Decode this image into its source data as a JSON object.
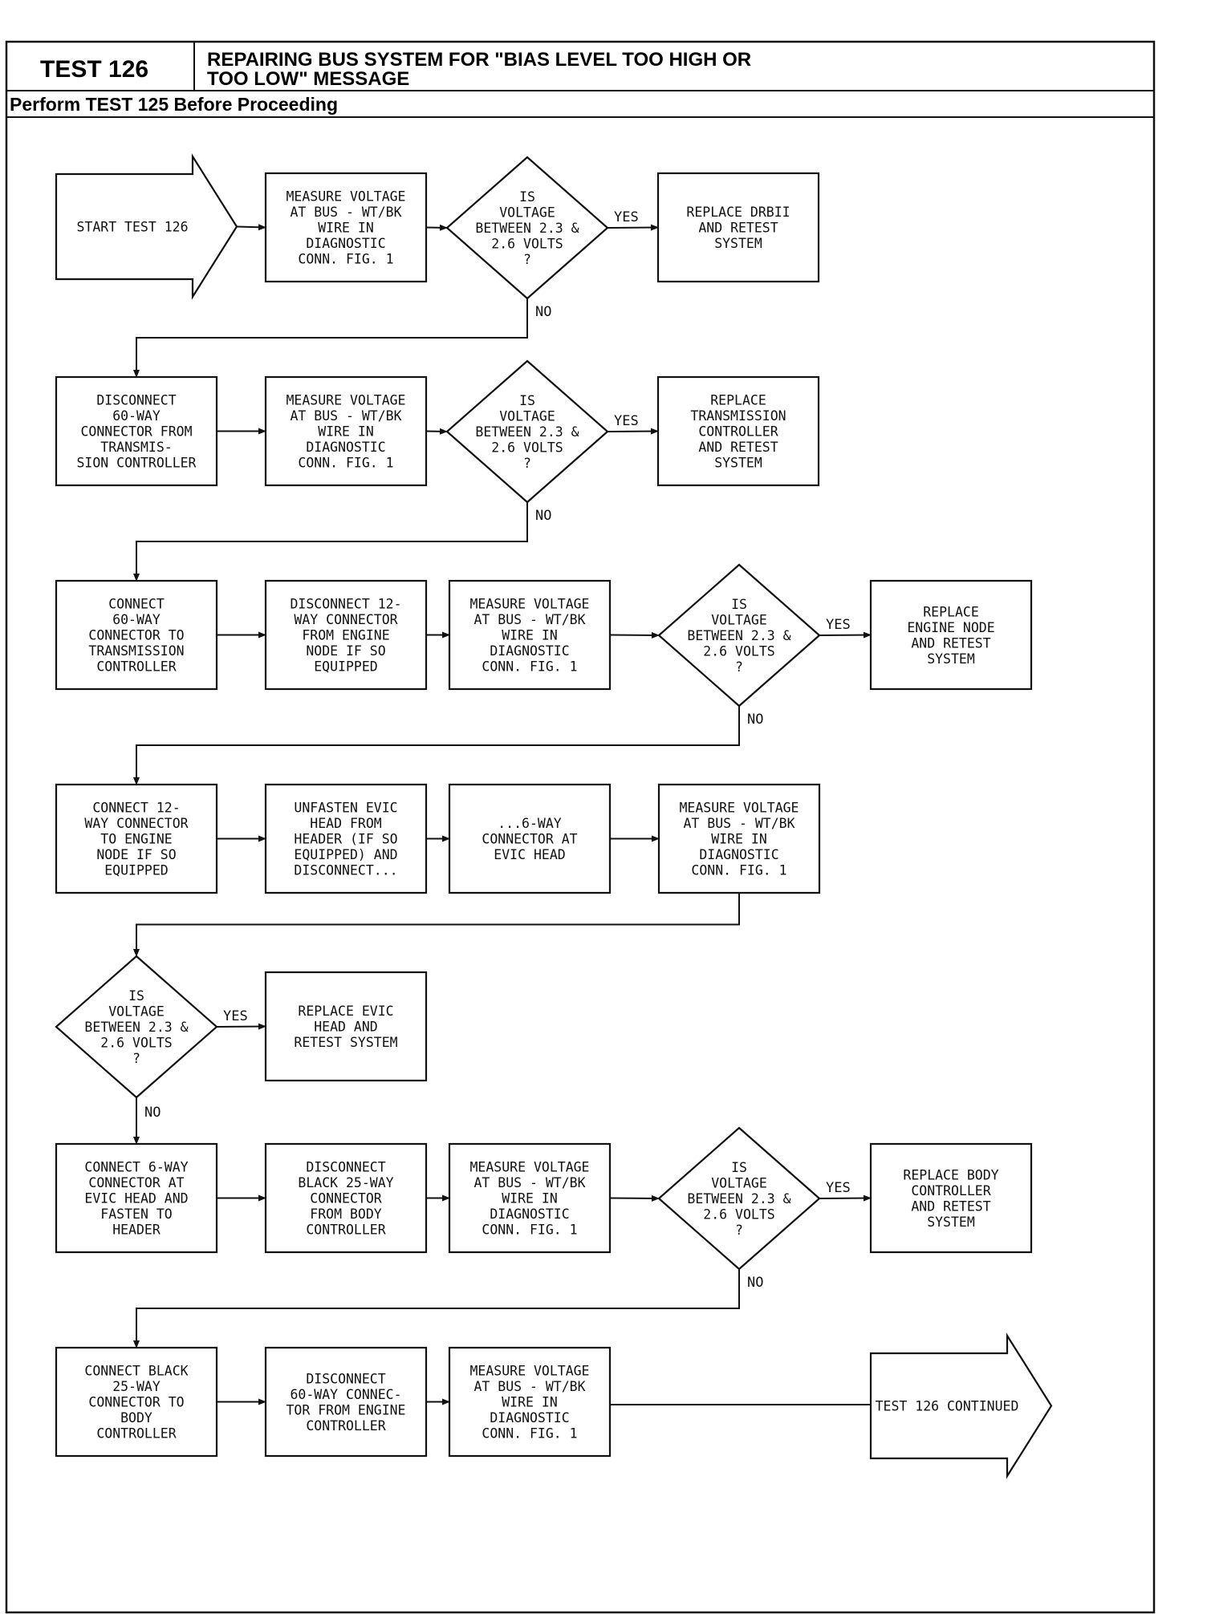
{
  "header": {
    "test_label": "TEST 126",
    "title_line1": "REPAIRING BUS SYSTEM FOR \"BIAS LEVEL TOO HIGH OR",
    "title_line2": "TOO LOW\" MESSAGE",
    "subheader": "Perform TEST 125 Before Proceeding"
  },
  "nodes": [
    {
      "id": "start",
      "shape": "arrow",
      "lines": [
        "START TEST 126"
      ]
    },
    {
      "id": "m1",
      "shape": "box",
      "lines": [
        "MEASURE VOLTAGE",
        "AT BUS - WT/BK",
        "WIRE IN",
        "DIAGNOSTIC",
        "CONN. FIG. 1"
      ]
    },
    {
      "id": "d1",
      "shape": "diamond",
      "lines": [
        "IS",
        "VOLTAGE",
        "BETWEEN 2.3 &",
        "2.6 VOLTS",
        "?"
      ]
    },
    {
      "id": "r1",
      "shape": "box",
      "lines": [
        "REPLACE DRBII",
        "AND RETEST",
        "SYSTEM"
      ]
    },
    {
      "id": "a2",
      "shape": "box",
      "lines": [
        "DISCONNECT",
        "60-WAY",
        "CONNECTOR FROM",
        "TRANSMIS-",
        "SION CONTROLLER"
      ]
    },
    {
      "id": "m2",
      "shape": "box",
      "lines": [
        "MEASURE VOLTAGE",
        "AT BUS - WT/BK",
        "WIRE IN",
        "DIAGNOSTIC",
        "CONN. FIG. 1"
      ]
    },
    {
      "id": "d2",
      "shape": "diamond",
      "lines": [
        "IS",
        "VOLTAGE",
        "BETWEEN 2.3 &",
        "2.6 VOLTS",
        "?"
      ]
    },
    {
      "id": "r2",
      "shape": "box",
      "lines": [
        "REPLACE",
        "TRANSMISSION",
        "CONTROLLER",
        "AND RETEST",
        "SYSTEM"
      ]
    },
    {
      "id": "a3",
      "shape": "box",
      "lines": [
        "CONNECT",
        "60-WAY",
        "CONNECTOR TO",
        "TRANSMISSION",
        "CONTROLLER"
      ]
    },
    {
      "id": "b3",
      "shape": "box",
      "lines": [
        "DISCONNECT 12-",
        "WAY CONNECTOR",
        "FROM ENGINE",
        "NODE IF SO",
        "EQUIPPED"
      ]
    },
    {
      "id": "m3",
      "shape": "box",
      "lines": [
        "MEASURE VOLTAGE",
        "AT BUS - WT/BK",
        "WIRE IN",
        "DIAGNOSTIC",
        "CONN. FIG. 1"
      ]
    },
    {
      "id": "d3",
      "shape": "diamond",
      "lines": [
        "IS",
        "VOLTAGE",
        "BETWEEN 2.3 &",
        "2.6 VOLTS",
        "?"
      ]
    },
    {
      "id": "r3",
      "shape": "box",
      "lines": [
        "REPLACE",
        "ENGINE NODE",
        "AND RETEST",
        "SYSTEM"
      ]
    },
    {
      "id": "a4",
      "shape": "box",
      "lines": [
        "CONNECT 12-",
        "WAY CONNECTOR",
        "TO ENGINE",
        "NODE IF SO",
        "EQUIPPED"
      ]
    },
    {
      "id": "b4",
      "shape": "box",
      "lines": [
        "UNFASTEN EVIC",
        "HEAD FROM",
        "HEADER (IF SO",
        "EQUIPPED) AND",
        "DISCONNECT..."
      ]
    },
    {
      "id": "c4",
      "shape": "box",
      "lines": [
        "...6-WAY",
        "CONNECTOR AT",
        "EVIC HEAD"
      ]
    },
    {
      "id": "m4",
      "shape": "box",
      "lines": [
        "MEASURE VOLTAGE",
        "AT BUS - WT/BK",
        "WIRE IN",
        "DIAGNOSTIC",
        "CONN. FIG. 1"
      ]
    },
    {
      "id": "d5",
      "shape": "diamond",
      "lines": [
        "IS",
        "VOLTAGE",
        "BETWEEN 2.3 &",
        "2.6 VOLTS",
        "?"
      ]
    },
    {
      "id": "r5",
      "shape": "box",
      "lines": [
        "REPLACE EVIC",
        "HEAD AND",
        "RETEST SYSTEM"
      ]
    },
    {
      "id": "a6",
      "shape": "box",
      "lines": [
        "CONNECT 6-WAY",
        "CONNECTOR AT",
        "EVIC HEAD AND",
        "FASTEN TO",
        "HEADER"
      ]
    },
    {
      "id": "b6",
      "shape": "box",
      "lines": [
        "DISCONNECT",
        "BLACK 25-WAY",
        "CONNECTOR",
        "FROM BODY",
        "CONTROLLER"
      ]
    },
    {
      "id": "m6",
      "shape": "box",
      "lines": [
        "MEASURE VOLTAGE",
        "AT BUS - WT/BK",
        "WIRE IN",
        "DIAGNOSTIC",
        "CONN. FIG. 1"
      ]
    },
    {
      "id": "d6",
      "shape": "diamond",
      "lines": [
        "IS",
        "VOLTAGE",
        "BETWEEN 2.3 &",
        "2.6 VOLTS",
        "?"
      ]
    },
    {
      "id": "r6",
      "shape": "box",
      "lines": [
        "REPLACE BODY",
        "CONTROLLER",
        "AND RETEST",
        "SYSTEM"
      ]
    },
    {
      "id": "a7",
      "shape": "box",
      "lines": [
        "CONNECT BLACK",
        "25-WAY",
        "CONNECTOR TO",
        "BODY",
        "CONTROLLER"
      ]
    },
    {
      "id": "b7",
      "shape": "box",
      "lines": [
        "DISCONNECT",
        "60-WAY CONNEC-",
        "TOR FROM ENGINE",
        "CONTROLLER"
      ]
    },
    {
      "id": "m7",
      "shape": "box",
      "lines": [
        "MEASURE VOLTAGE",
        "AT BUS - WT/BK",
        "WIRE IN",
        "DIAGNOSTIC",
        "CONN. FIG. 1"
      ]
    },
    {
      "id": "end",
      "shape": "arrow",
      "lines": [
        "TEST 126 CONTINUED"
      ]
    }
  ],
  "edges": [
    {
      "from": "start",
      "to": "m1",
      "label": ""
    },
    {
      "from": "m1",
      "to": "d1",
      "label": ""
    },
    {
      "from": "d1",
      "to": "r1",
      "label": "YES"
    },
    {
      "from": "d1",
      "to": "a2",
      "label": "NO"
    },
    {
      "from": "a2",
      "to": "m2",
      "label": ""
    },
    {
      "from": "m2",
      "to": "d2",
      "label": ""
    },
    {
      "from": "d2",
      "to": "r2",
      "label": "YES"
    },
    {
      "from": "d2",
      "to": "a3",
      "label": "NO"
    },
    {
      "from": "a3",
      "to": "b3",
      "label": ""
    },
    {
      "from": "b3",
      "to": "m3",
      "label": ""
    },
    {
      "from": "m3",
      "to": "d3",
      "label": ""
    },
    {
      "from": "d3",
      "to": "r3",
      "label": "YES"
    },
    {
      "from": "d3",
      "to": "a4",
      "label": "NO"
    },
    {
      "from": "a4",
      "to": "b4",
      "label": ""
    },
    {
      "from": "b4",
      "to": "c4",
      "label": ""
    },
    {
      "from": "c4",
      "to": "m4",
      "label": ""
    },
    {
      "from": "m4",
      "to": "d5",
      "label": ""
    },
    {
      "from": "d5",
      "to": "r5",
      "label": "YES"
    },
    {
      "from": "d5",
      "to": "a6",
      "label": "NO"
    },
    {
      "from": "a6",
      "to": "b6",
      "label": ""
    },
    {
      "from": "b6",
      "to": "m6",
      "label": ""
    },
    {
      "from": "m6",
      "to": "d6",
      "label": ""
    },
    {
      "from": "d6",
      "to": "r6",
      "label": "YES"
    },
    {
      "from": "d6",
      "to": "a7",
      "label": "NO"
    },
    {
      "from": "a7",
      "to": "b7",
      "label": ""
    },
    {
      "from": "b7",
      "to": "m7",
      "label": ""
    },
    {
      "from": "m7",
      "to": "end",
      "label": ""
    }
  ]
}
